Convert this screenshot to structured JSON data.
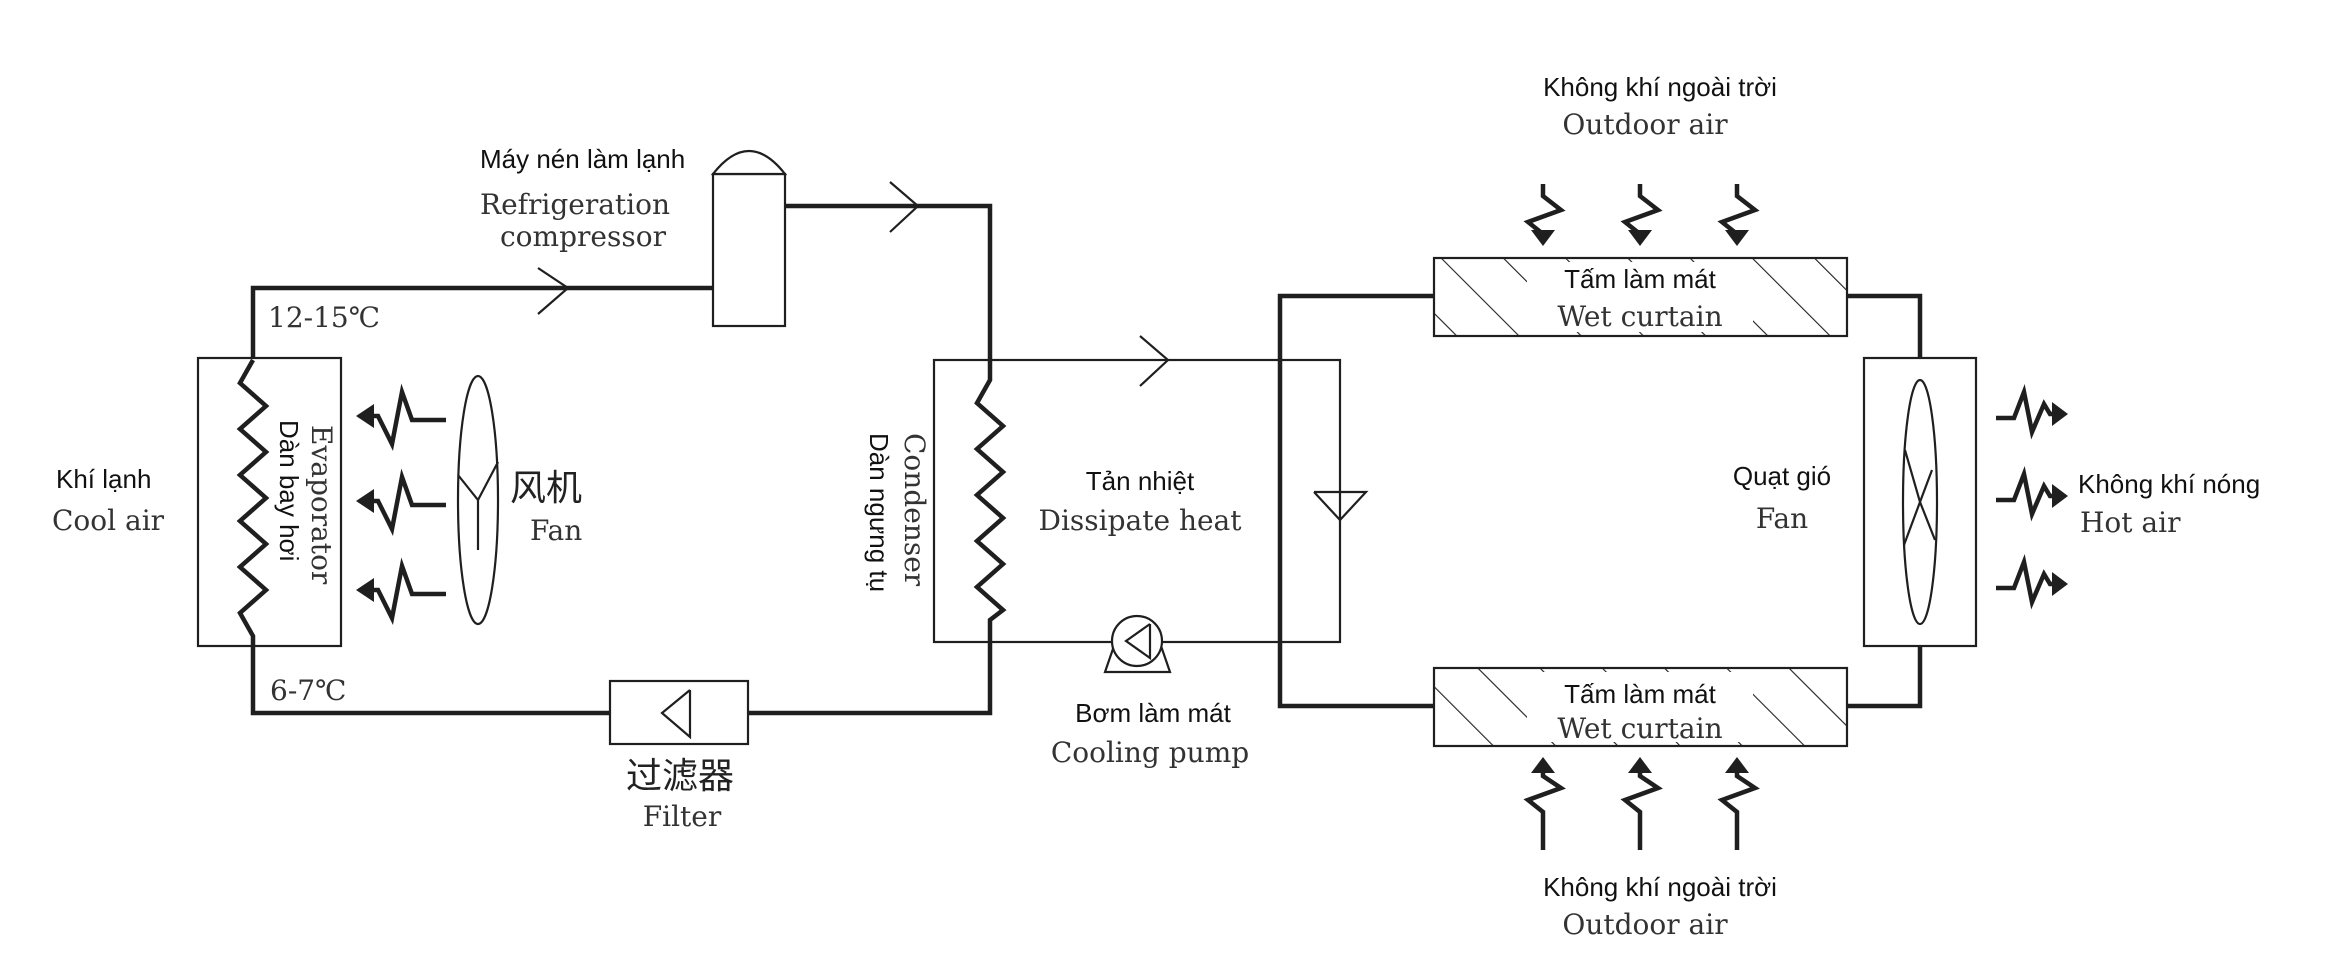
{
  "labels": {
    "compressor_vi": "Máy nén làm lạnh",
    "compressor_en_1": "Refrigeration",
    "compressor_en_2": "compressor",
    "temp_high": "12-15℃",
    "temp_low": "6-7℃",
    "evaporator_en": "Evaporator",
    "evaporator_vi": "Dàn bay hơi",
    "cool_air_vi": "Khí lạnh",
    "cool_air_en": "Cool air",
    "fan_cn": "风机",
    "fan_en_left": "Fan",
    "condenser_en": "Condenser",
    "condenser_vi": "Dàn ngưng tụ",
    "filter_cn": "过滤器",
    "filter_en": "Filter",
    "dissipate_vi": "Tản nhiệt",
    "dissipate_en": "Dissipate heat",
    "pump_vi": "Bơm làm mát",
    "pump_en": "Cooling pump",
    "outdoor_top_vi": "Không khí ngoài trời",
    "outdoor_top_en": "Outdoor air",
    "wet_top_vi": "Tấm làm mát",
    "wet_top_en": "Wet curtain",
    "wet_bottom_vi": "Tấm làm mát",
    "wet_bottom_en": "Wet curtain",
    "outdoor_bottom_vi": "Không khí ngoài trời",
    "outdoor_bottom_en": "Outdoor air",
    "fan_right_vi": "Quạt gió",
    "fan_right_en": "Fan",
    "hot_air_vi": "Không khí nóng",
    "hot_air_en": "Hot air"
  },
  "colors": {
    "line": "#1f1f1f",
    "background": "#ffffff"
  }
}
